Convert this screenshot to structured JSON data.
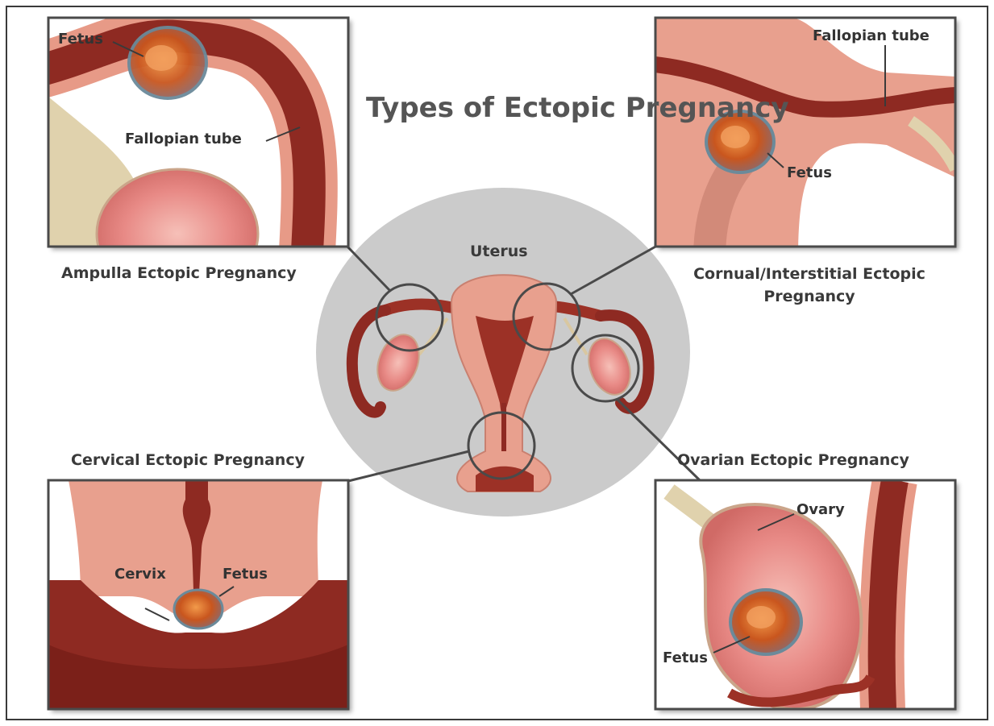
{
  "title": "Types of Ectopic Pregnancy",
  "uterus_label": "Uterus",
  "panels": {
    "ampulla": {
      "caption": "Ampulla Ectopic Pregnancy",
      "fetus_label": "Fetus",
      "tube_label": "Fallopian tube"
    },
    "cornual": {
      "caption": "Cornual/Interstitial Ectopic Pregnancy",
      "fetus_label": "Fetus",
      "tube_label": "Fallopian tube"
    },
    "cervical": {
      "caption": "Cervical Ectopic Pregnancy",
      "cervix_label": "Cervix",
      "fetus_label": "Fetus"
    },
    "ovarian": {
      "caption": "Ovarian Ectopic Pregnancy",
      "ovary_label": "Ovary",
      "fetus_label": "Fetus"
    }
  },
  "colors": {
    "tissue": "#e8a08e",
    "tube_dark": "#8e2a22",
    "ovary": "#f0a3a0",
    "frame": "#4a4a4a",
    "center_disc": "#cbcbcb"
  }
}
